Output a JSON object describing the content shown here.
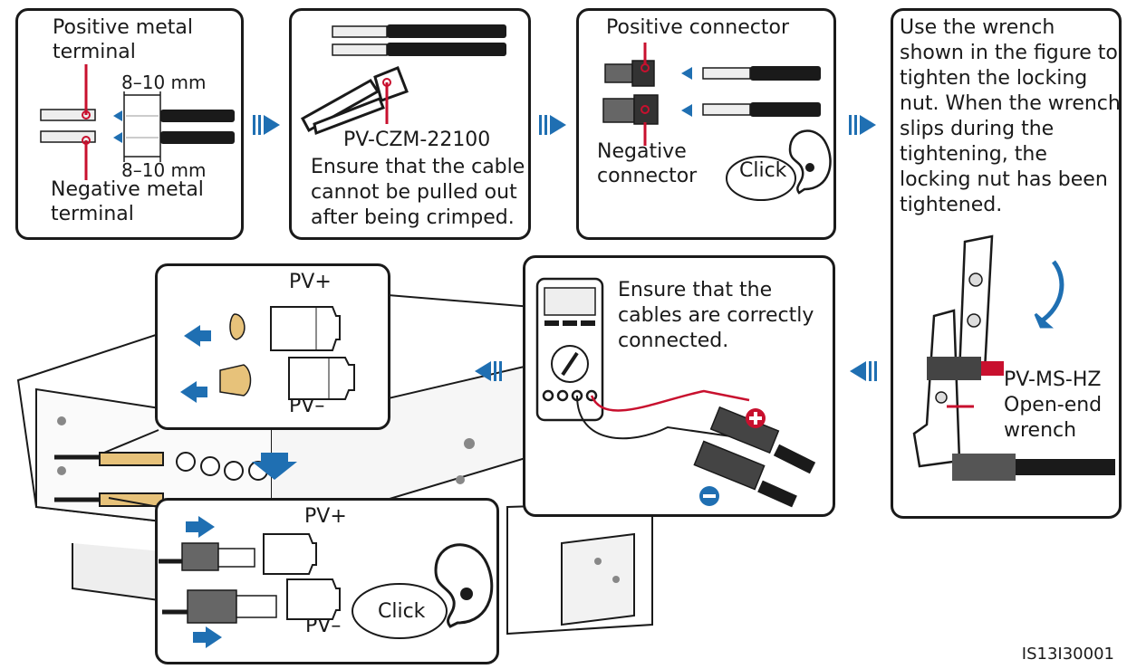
{
  "panel1": {
    "positive_label_line1": "Positive metal",
    "positive_label_line2": "terminal",
    "strip_length_top": "8–10 mm",
    "strip_length_bottom": "8–10 mm",
    "negative_label_line1": "Negative metal",
    "negative_label_line2": "terminal"
  },
  "panel2": {
    "tool_model": "PV-CZM-22100",
    "instruction_line1": "Ensure that the cable",
    "instruction_line2": "cannot be pulled out",
    "instruction_line3": "after being crimped."
  },
  "panel3": {
    "positive_connector": "Positive connector",
    "negative_line1": "Negative",
    "negative_line2": "connector",
    "click": "Click"
  },
  "panel4": {
    "instruction_lines": [
      "Use the wrench",
      "shown in the figure to",
      "tighten the locking",
      "nut. When the wrench",
      "slips during the",
      "tightening, the",
      "locking nut has been",
      "tightened."
    ],
    "wrench_line1": "PV-MS-HZ",
    "wrench_line2": "Open-end",
    "wrench_line3": "wrench"
  },
  "panel5": {
    "line1": "Ensure that the",
    "line2": "cables are correctly",
    "line3": "connected."
  },
  "panel6": {
    "pv_plus": "PV+",
    "pv_minus": "PV–"
  },
  "panel7": {
    "pv_plus": "PV+",
    "pv_minus": "PV–",
    "click": "Click"
  },
  "doc_id": "IS13I30001",
  "colors": {
    "arrow_blue": "#1f6fb2",
    "callout_red": "#c8102e",
    "cap_gold": "#e7c27a"
  }
}
